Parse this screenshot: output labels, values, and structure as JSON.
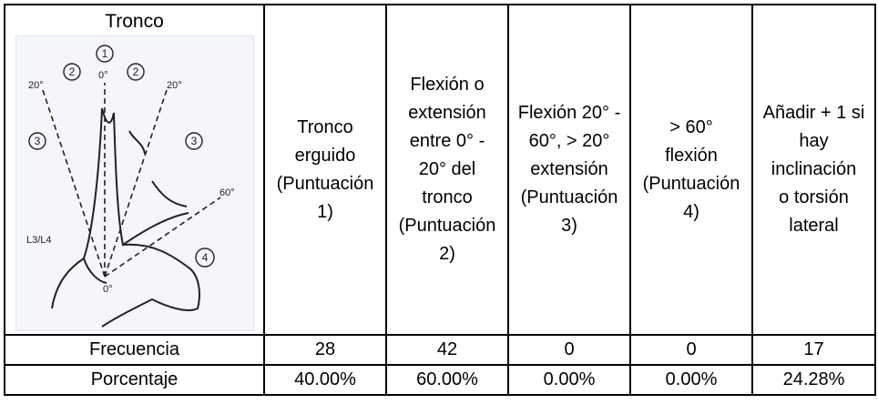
{
  "table": {
    "corner_title": "Tronco",
    "figure": {
      "angle_labels": [
        "0°",
        "20°",
        "20°",
        "60°",
        "0°"
      ],
      "zone_numbers": [
        "1",
        "2",
        "2",
        "3",
        "3",
        "4"
      ],
      "level_label": "L3/L4"
    },
    "headers": [
      "Tronco\nerguido\n(Puntuación\n1)",
      "Flexión o\nextensión\nentre 0° -\n20° del\ntronco\n(Puntuación\n2)",
      "Flexión 20° -\n60°, > 20°\nextensión\n(Puntuación\n3)",
      "> 60°\nflexión\n(Puntuación\n4)",
      "Añadir + 1 si\nhay\ninclinación\no torsión\nlateral"
    ],
    "rows": [
      {
        "label": "Frecuencia",
        "values": [
          "28",
          "42",
          "0",
          "0",
          "17"
        ]
      },
      {
        "label": "Porcentaje",
        "values": [
          "40.00%",
          "60.00%",
          "0.00%",
          "0.00%",
          "24.28%"
        ]
      }
    ]
  }
}
